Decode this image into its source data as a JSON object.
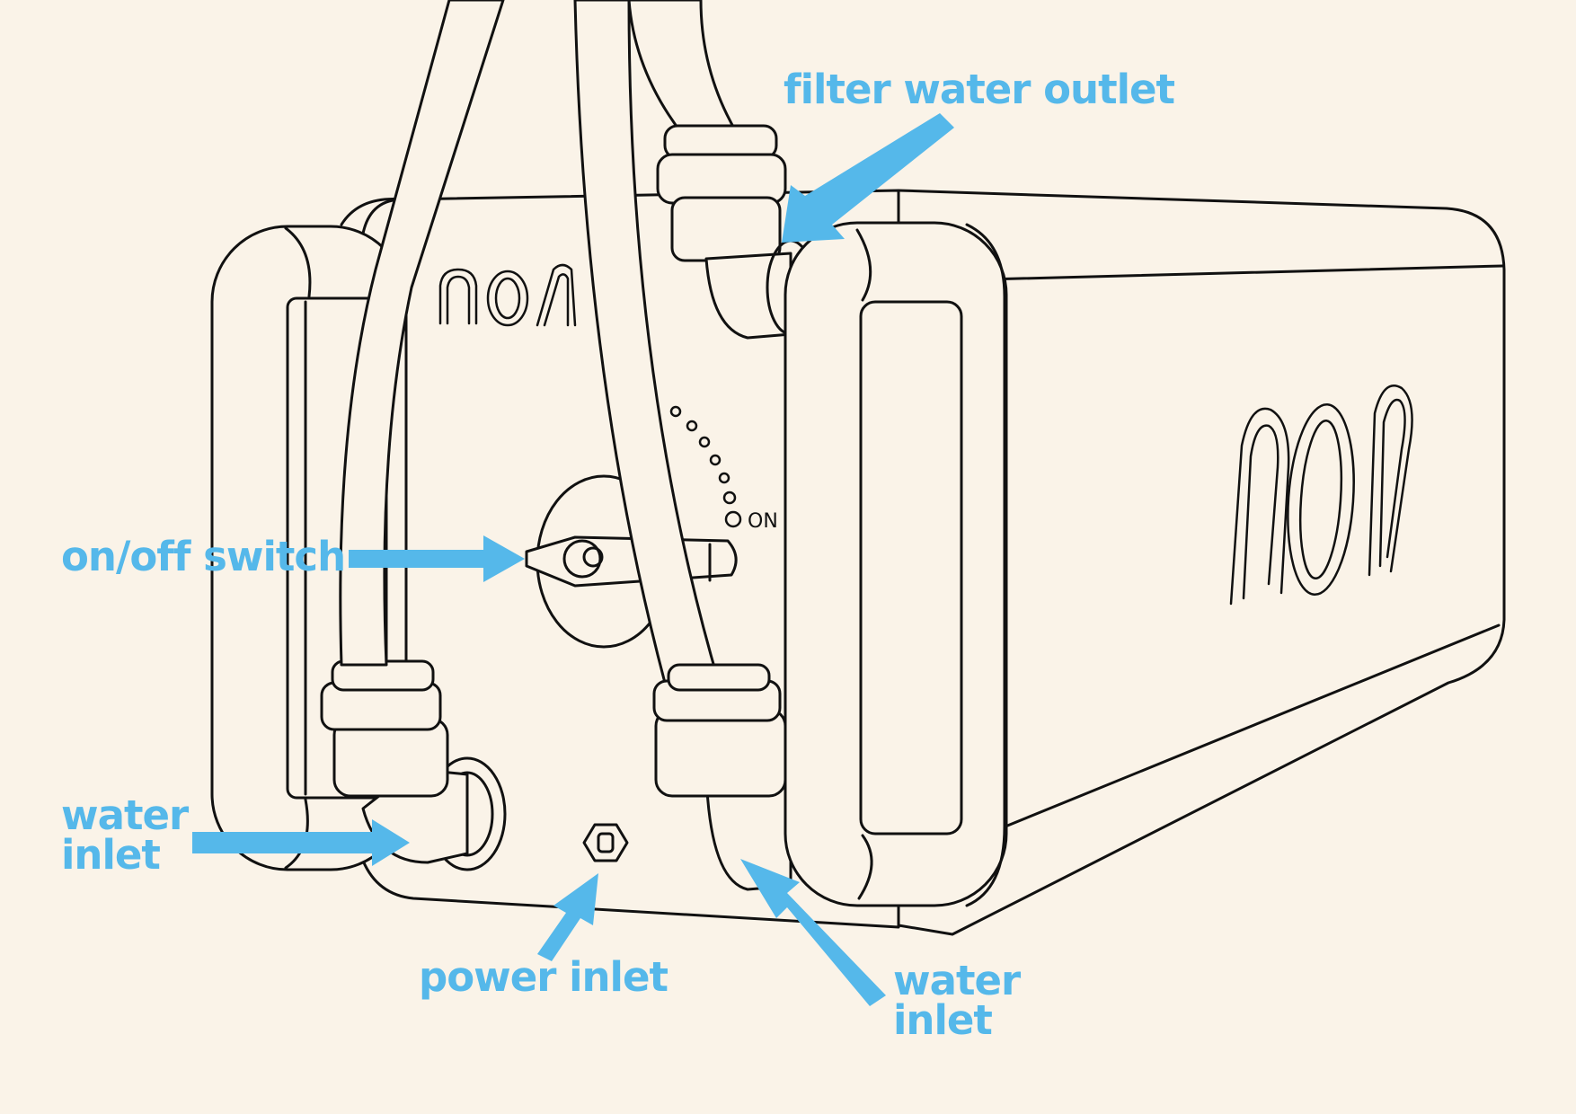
{
  "colors": {
    "background": "#faf3e8",
    "line_art": "#111111",
    "accent": "#55b8ea"
  },
  "brand": {
    "front_logo": "noa",
    "side_logo": "noa",
    "switch_on_label": "ON"
  },
  "callouts": {
    "filter_water_outlet": "filter water outlet",
    "on_off_switch": "on/off switch",
    "water_inlet_left": {
      "line1": "water",
      "line2": "inlet"
    },
    "power_inlet": "power inlet",
    "water_inlet_right": {
      "line1": "water",
      "line2": "inlet"
    }
  }
}
